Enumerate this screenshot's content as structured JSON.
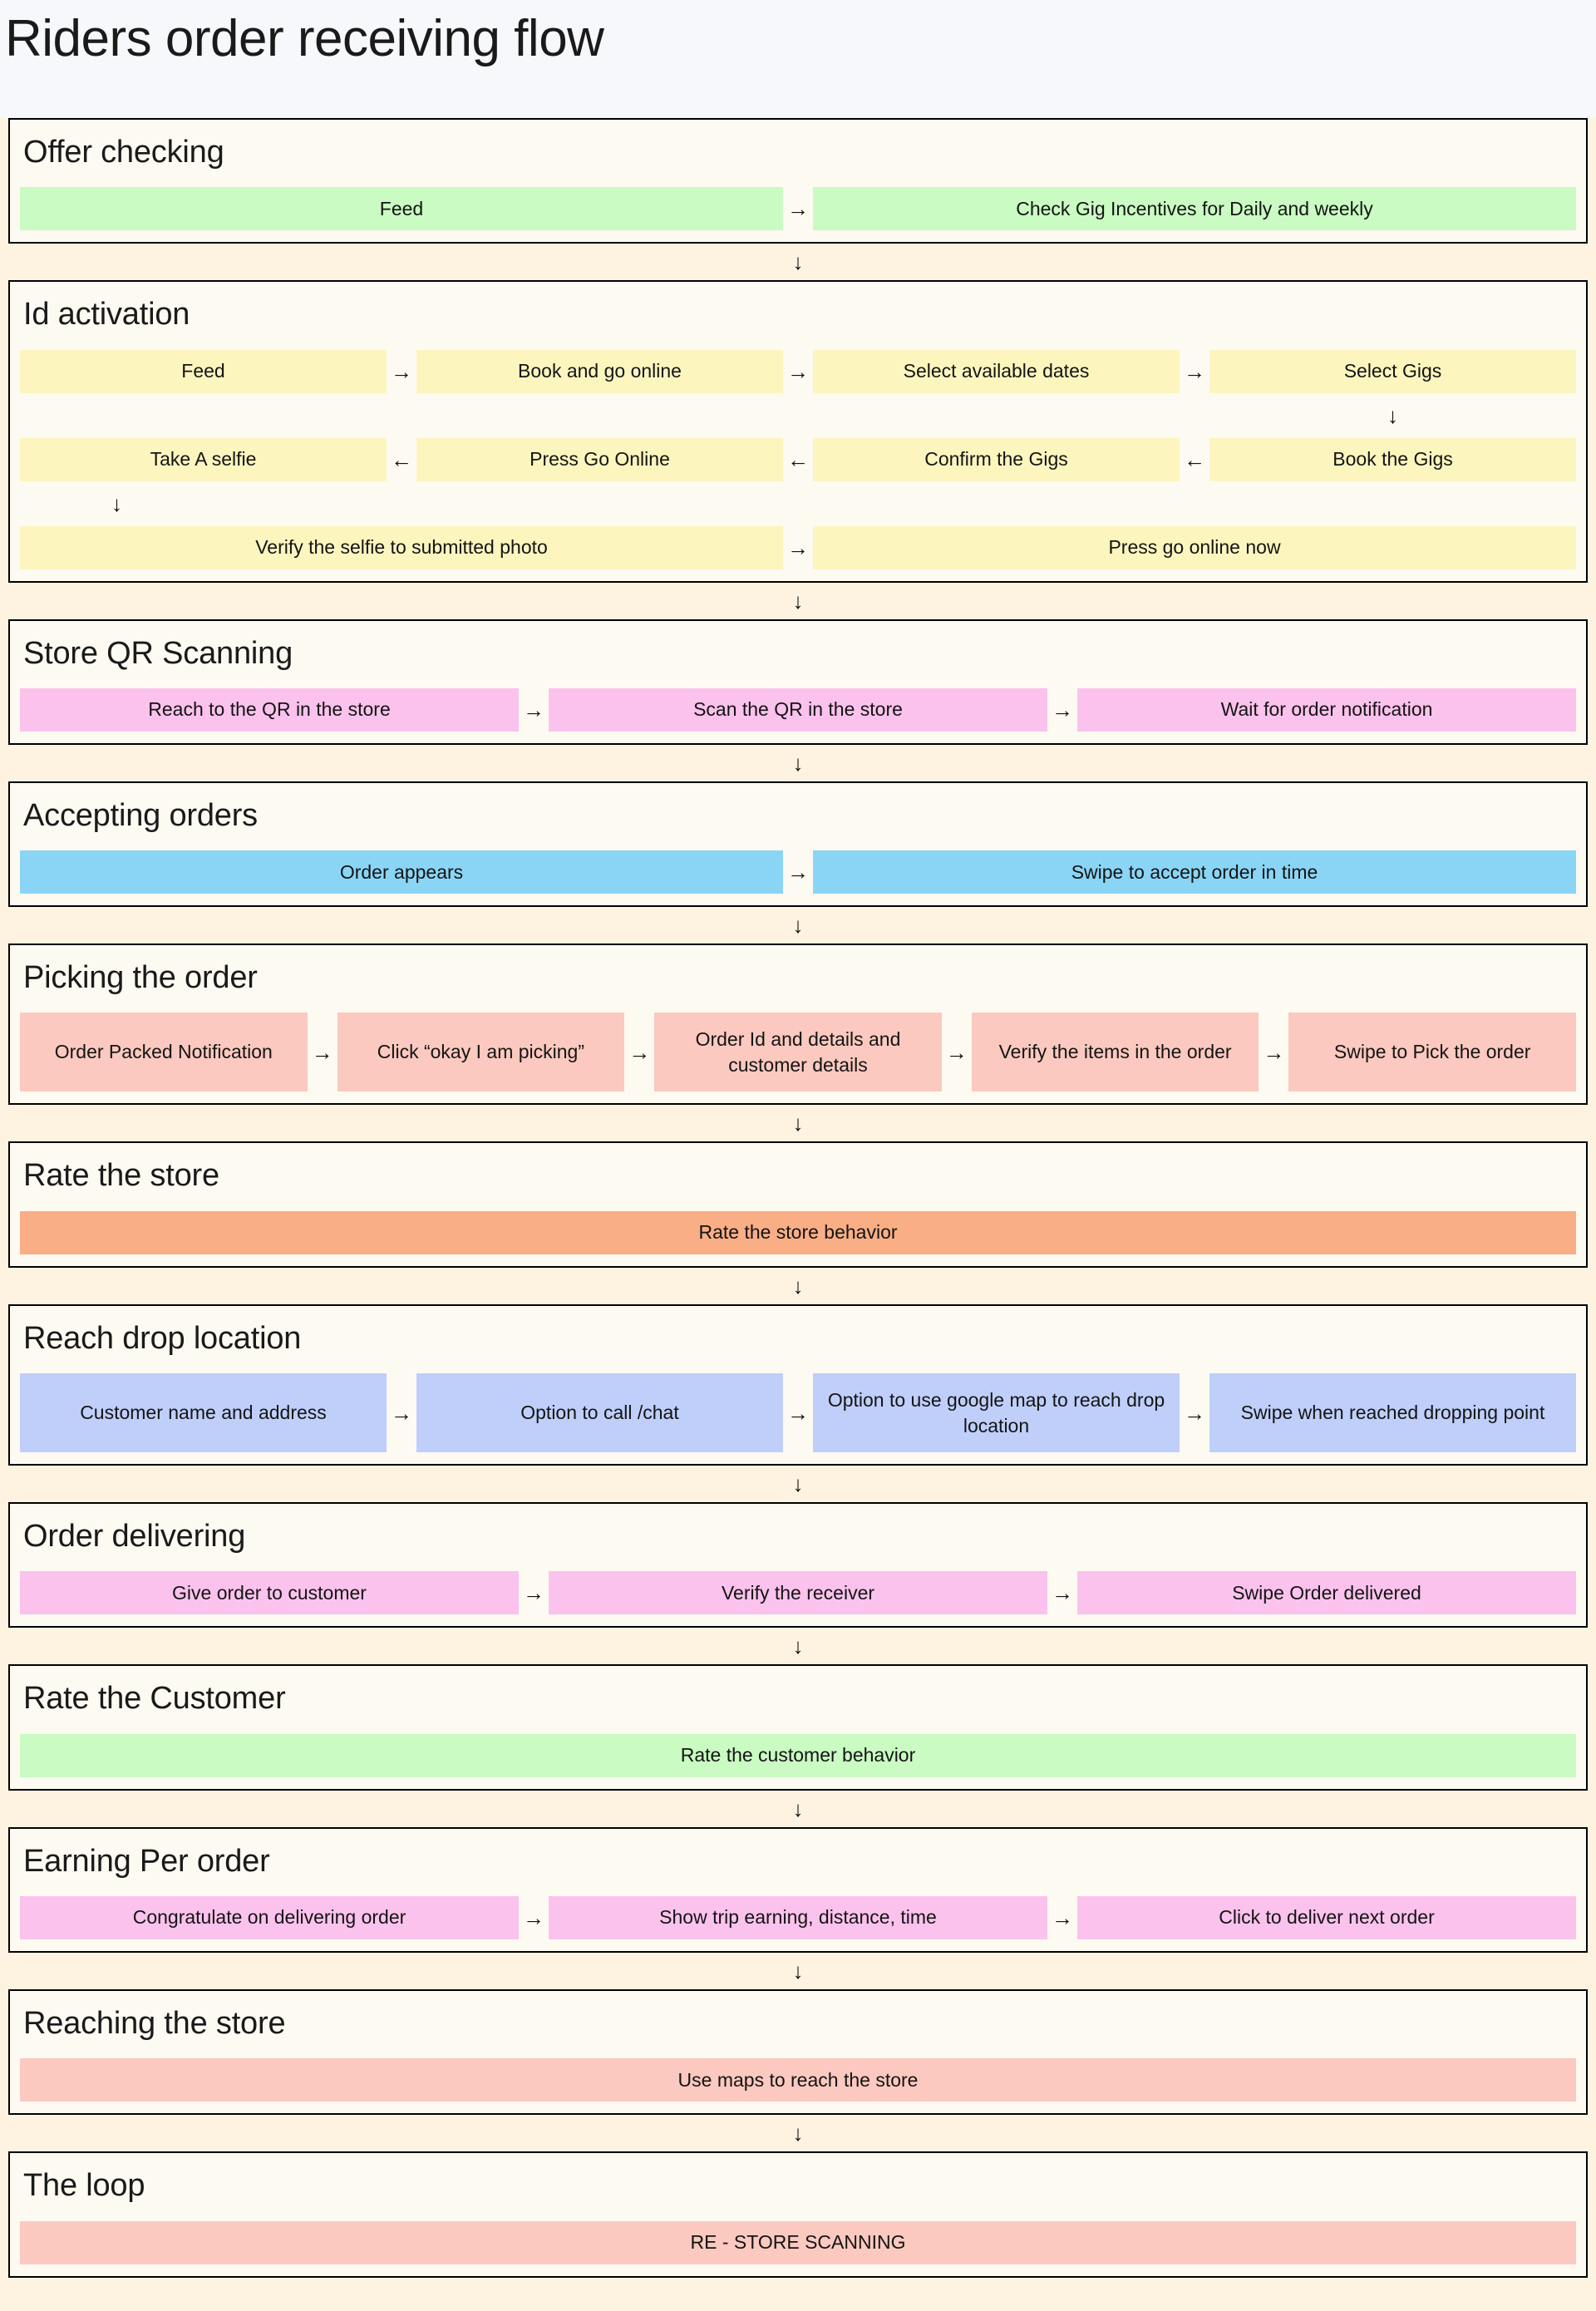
{
  "page": {
    "title": "Riders order receiving flow",
    "arrow_right": "→",
    "arrow_down": "↓",
    "arrow_left": "←"
  },
  "colors": {
    "page_background": "#FDF3E0",
    "header_background": "#F7F8FB",
    "card_background": "#FDFAF2",
    "card_border": "#000000",
    "green": "#C9FBC2",
    "yellow": "#FCF5BE",
    "pink": "#FBC2ED",
    "skyblue": "#8AD5F5",
    "salmon": "#FBC9BF",
    "orange": "#F9AE86",
    "periwinkle": "#BFCFFA"
  },
  "sections": [
    {
      "title": "Offer checking",
      "color": "green",
      "rows": [
        {
          "nodes": [
            "Feed",
            "Check Gig Incentives for Daily and weekly"
          ]
        }
      ]
    },
    {
      "title": "Id activation",
      "color": "yellow",
      "rows": [
        {
          "nodes": [
            "Feed",
            "Book and go online",
            "Select available dates",
            "Select Gigs"
          ]
        },
        {
          "nodes": [
            "Take A selfie",
            "Press Go Online",
            "Confirm the Gigs",
            "Book the Gigs"
          ]
        },
        {
          "nodes": [
            "Verify the selfie to submitted photo",
            "Press go online now"
          ]
        }
      ]
    },
    {
      "title": "Store QR Scanning",
      "color": "pink",
      "rows": [
        {
          "nodes": [
            "Reach to the QR in the store",
            "Scan the QR in the store",
            "Wait for order notification"
          ]
        }
      ]
    },
    {
      "title": "Accepting orders",
      "color": "skyblue",
      "rows": [
        {
          "nodes": [
            "Order appears",
            "Swipe to accept order in time"
          ]
        }
      ]
    },
    {
      "title": "Picking the order",
      "color": "salmon",
      "rows": [
        {
          "nodes": [
            "Order Packed Notification",
            "Click “okay I am picking”",
            "Order Id and details and customer details",
            "Verify the items in the order",
            "Swipe to Pick the order"
          ]
        }
      ]
    },
    {
      "title": "Rate the store",
      "color": "orange",
      "rows": [
        {
          "nodes": [
            "Rate the store behavior"
          ]
        }
      ]
    },
    {
      "title": "Reach drop location",
      "color": "periwinkle",
      "rows": [
        {
          "nodes": [
            "Customer name and address",
            "Option to call /chat",
            "Option to use google map to reach drop location",
            "Swipe when reached dropping point"
          ]
        }
      ]
    },
    {
      "title": "Order delivering",
      "color": "pink",
      "rows": [
        {
          "nodes": [
            "Give order to customer",
            "Verify the receiver",
            "Swipe Order delivered"
          ]
        }
      ]
    },
    {
      "title": "Rate the Customer",
      "color": "green",
      "rows": [
        {
          "nodes": [
            "Rate the customer behavior"
          ]
        }
      ]
    },
    {
      "title": "Earning Per order",
      "color": "pink",
      "rows": [
        {
          "nodes": [
            "Congratulate on delivering order",
            "Show trip earning, distance, time",
            "Click to deliver next order"
          ]
        }
      ]
    },
    {
      "title": "Reaching the store",
      "color": "salmon",
      "rows": [
        {
          "nodes": [
            "Use maps to reach the store"
          ]
        }
      ]
    },
    {
      "title": "The loop",
      "color": "salmon",
      "rows": [
        {
          "nodes": [
            "RE - STORE SCANNING"
          ]
        }
      ]
    }
  ]
}
